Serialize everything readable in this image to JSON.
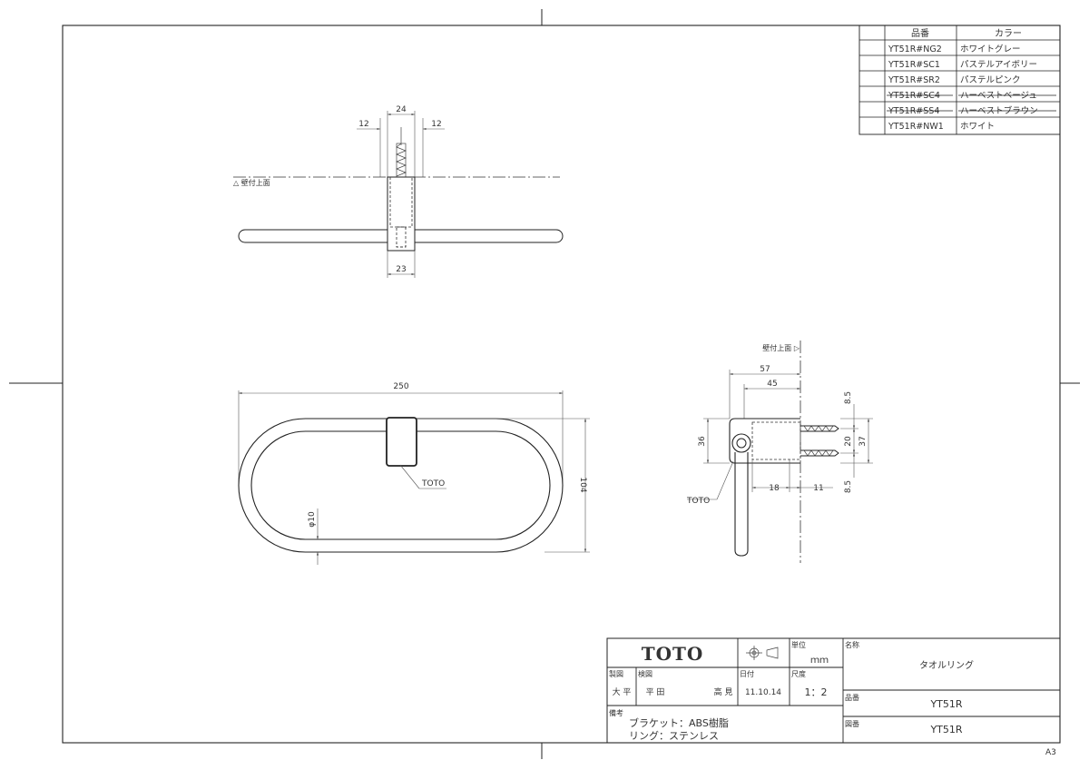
{
  "color_table": {
    "headers": {
      "part_no": "品番",
      "color": "カラー"
    },
    "rows": [
      {
        "part_no": "YT51R#NG2",
        "color": "ホワイトグレー",
        "discontinued": false
      },
      {
        "part_no": "YT51R#SC1",
        "color": "パステルアイボリー",
        "discontinued": false
      },
      {
        "part_no": "YT51R#SR2",
        "color": "パステルピンク",
        "discontinued": false
      },
      {
        "part_no": "YT51R#SC4",
        "color": "ハーベストベージュ",
        "discontinued": true
      },
      {
        "part_no": "YT51R#SS4",
        "color": "ハーベストブラウン",
        "discontinued": true
      },
      {
        "part_no": "YT51R#NW1",
        "color": "ホワイト",
        "discontinued": false
      }
    ]
  },
  "top_view": {
    "dim_left": "12",
    "dim_center": "24",
    "dim_right": "12",
    "wall_label": "△ 壁付上面",
    "dim_bottom": "23"
  },
  "front_view": {
    "dim_width": "250",
    "dim_height": "104",
    "dim_dia": "φ10",
    "brand_label": "TOTO"
  },
  "side_view": {
    "wall_label": "壁付上面 ▷",
    "dim_57": "57",
    "dim_45": "45",
    "dim_36": "36",
    "dim_85_top": "8.5",
    "dim_20": "20",
    "dim_37": "37",
    "dim_85_bottom": "8.5",
    "dim_18": "18",
    "dim_11": "11",
    "brand_label": "TOTO"
  },
  "title_block": {
    "logo": "TOTO",
    "unit_label": "単位",
    "unit_value": "ｍｍ",
    "name_label": "名称",
    "name_value": "タオルリング",
    "drawn_label": "製図",
    "drawn_value": "大 平",
    "checked_label": "検図",
    "checked_value_1": "平 田",
    "checked_value_2": "高 見",
    "date_label": "日付",
    "date_value": "11.10.14",
    "scale_label": "尺度",
    "scale_value": "1：2",
    "part_label": "品番",
    "part_value": "YT51R",
    "drawing_label": "図番",
    "drawing_value": "YT51R",
    "notes_label": "備考",
    "note_1": "ブラケット：ABS樹脂",
    "note_2": "リング：ステンレス"
  },
  "sheet_size": "A3"
}
